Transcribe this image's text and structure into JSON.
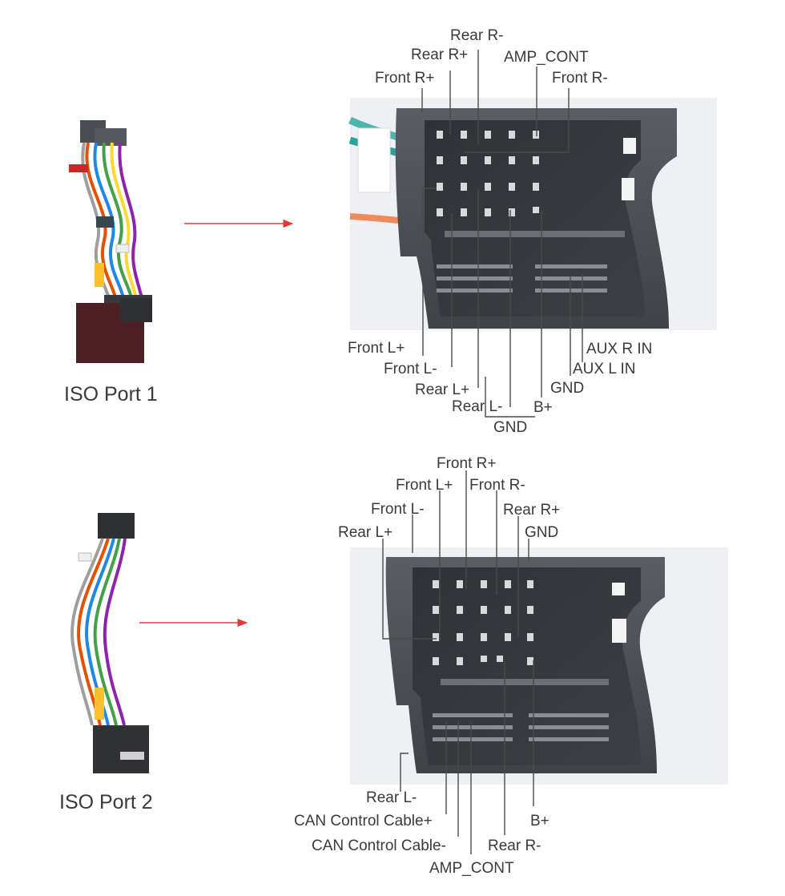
{
  "colors": {
    "arrow": "#e53935",
    "leader": "#4a4a4a",
    "connector": "#4b4f55",
    "photo_bg": "#eef0f3"
  },
  "ports": [
    {
      "title": "ISO Port 1",
      "labels": [
        {
          "id": "rear-r-minus",
          "text": "Rear R-"
        },
        {
          "id": "rear-r-plus",
          "text": "Rear R+"
        },
        {
          "id": "amp-cont",
          "text": "AMP_CONT"
        },
        {
          "id": "front-r-plus",
          "text": "Front R+"
        },
        {
          "id": "front-r-minus",
          "text": "Front R-"
        },
        {
          "id": "front-l-plus",
          "text": "Front L+"
        },
        {
          "id": "front-l-minus",
          "text": "Front L-"
        },
        {
          "id": "rear-l-plus",
          "text": "Rear L+"
        },
        {
          "id": "rear-l-minus",
          "text": "Rear L-"
        },
        {
          "id": "gnd-1",
          "text": "GND"
        },
        {
          "id": "b-plus",
          "text": "B+"
        },
        {
          "id": "gnd-2",
          "text": "GND"
        },
        {
          "id": "aux-l-in",
          "text": "AUX L IN"
        },
        {
          "id": "aux-r-in",
          "text": "AUX R IN"
        }
      ]
    },
    {
      "title": "ISO Port 2",
      "labels": [
        {
          "id": "front-r-plus",
          "text": "Front R+"
        },
        {
          "id": "front-l-plus",
          "text": "Front L+"
        },
        {
          "id": "front-r-minus",
          "text": "Front R-"
        },
        {
          "id": "front-l-minus",
          "text": "Front L-"
        },
        {
          "id": "rear-r-plus",
          "text": "Rear R+"
        },
        {
          "id": "rear-l-plus",
          "text": "Rear L+"
        },
        {
          "id": "gnd",
          "text": "GND"
        },
        {
          "id": "rear-l-minus",
          "text": "Rear L-"
        },
        {
          "id": "can-plus",
          "text": "CAN Control Cable+"
        },
        {
          "id": "b-plus",
          "text": "B+"
        },
        {
          "id": "can-minus",
          "text": "CAN Control Cable-"
        },
        {
          "id": "rear-r-minus",
          "text": "Rear R-"
        },
        {
          "id": "amp-cont",
          "text": "AMP_CONT"
        }
      ]
    }
  ]
}
